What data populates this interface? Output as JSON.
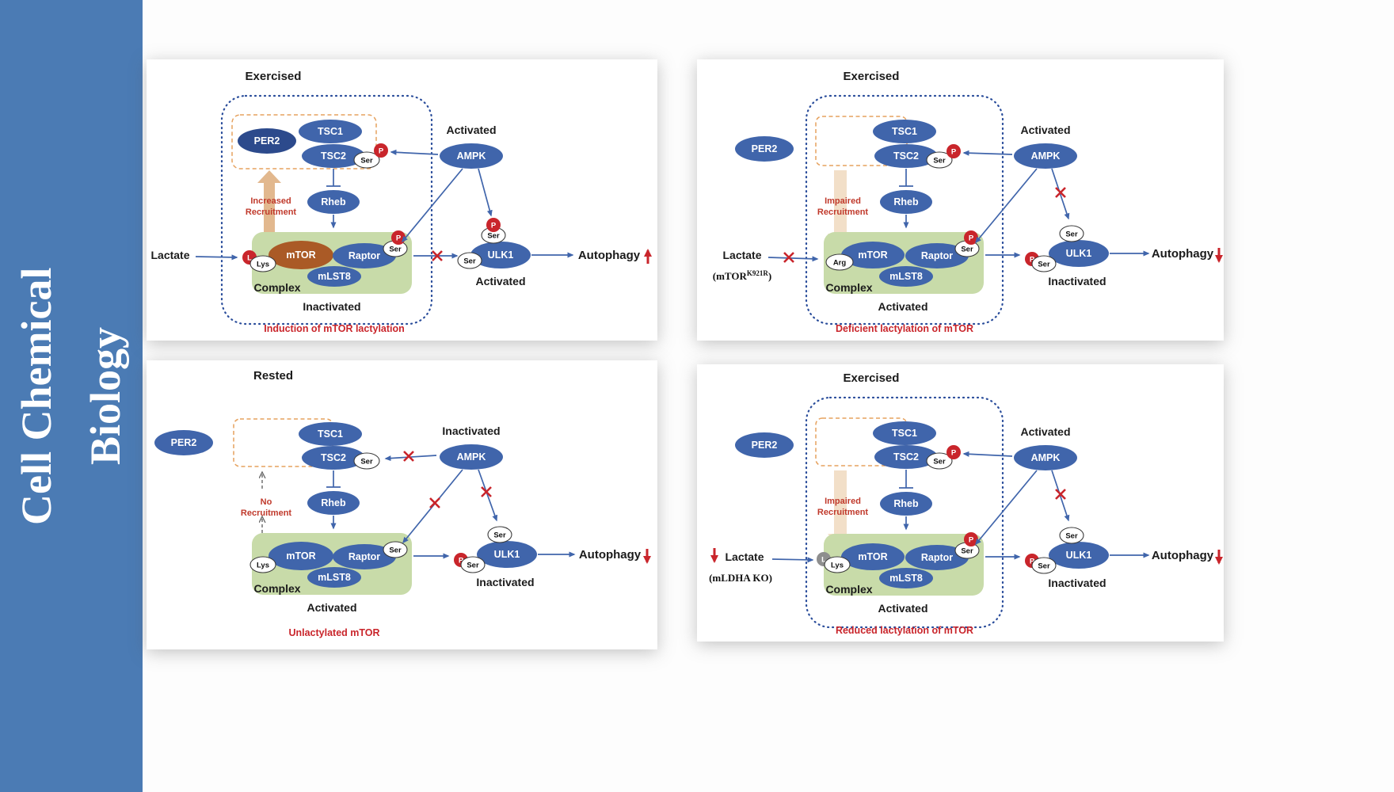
{
  "sidebar": {
    "title_line1": "Cell Chemical",
    "title_line2": "Biology"
  },
  "colors": {
    "sidebar_blue": "#4b7bb4",
    "node_blue": "#4065ab",
    "per2_dark": "#2c4a8c",
    "mtor_brown": "#aa5a26",
    "complex_green": "#c8dba9",
    "tan_dark": "#e2b88e",
    "tan_light": "#f2dfc8",
    "orange_dash": "#e6a25f",
    "red": "#c9252b",
    "dotted_blue": "#2a4d9b",
    "l_gray": "#8e8e8e",
    "text_dark": "#1b1b1b"
  },
  "panels": [
    {
      "title": "Exercised",
      "caption": "Induction of mTOR lactylation",
      "autophagy_change": "increase",
      "labels": {
        "per2": "PER2",
        "tsc1": "TSC1",
        "tsc2": "TSC2",
        "ser": "Ser",
        "p": "P",
        "ampk_status": "Activated",
        "ampk": "AMPK",
        "recruit1": "Increased",
        "recruit2": "Recruitment",
        "rheb": "Rheb",
        "lactate": "Lactate",
        "l": "L",
        "lys": "Lys",
        "mtor": "mTOR",
        "raptor": "Raptor",
        "mlst8": "mLST8",
        "complex": "Complex",
        "complex_status": "Inactivated",
        "ulk1": "ULK1",
        "ulk1_status": "Activated",
        "autophagy": "Autophagy"
      }
    },
    {
      "title": "Exercised",
      "caption": "Deficient lactylation of mTOR",
      "autophagy_change": "decrease",
      "labels": {
        "per2": "PER2",
        "tsc1": "TSC1",
        "tsc2": "TSC2",
        "ser": "Ser",
        "p": "P",
        "ampk_status": "Activated",
        "ampk": "AMPK",
        "recruit1": "Impaired",
        "recruit2": "Recruitment",
        "rheb": "Rheb",
        "lactate": "Lactate",
        "arg": "Arg",
        "note_pre": "(mTOR",
        "note_sup": "K921R",
        "note_post": ")",
        "mtor": "mTOR",
        "raptor": "Raptor",
        "mlst8": "mLST8",
        "complex": "Complex",
        "complex_status": "Activated",
        "ulk1": "ULK1",
        "ulk1_status": "Inactivated",
        "autophagy": "Autophagy"
      }
    },
    {
      "title": "Rested",
      "caption": "Unlactylated mTOR",
      "autophagy_change": "decrease",
      "labels": {
        "per2": "PER2",
        "tsc1": "TSC1",
        "tsc2": "TSC2",
        "ser": "Ser",
        "p": "P",
        "ampk_status": "Inactivated",
        "ampk": "AMPK",
        "recruit1": "No",
        "recruit2": "Recruitment",
        "rheb": "Rheb",
        "lys": "Lys",
        "mtor": "mTOR",
        "raptor": "Raptor",
        "mlst8": "mLST8",
        "complex": "Complex",
        "complex_status": "Activated",
        "ulk1": "ULK1",
        "ulk1_status": "Inactivated",
        "autophagy": "Autophagy"
      }
    },
    {
      "title": "Exercised",
      "caption": "Reduced lactylation of mTOR",
      "autophagy_change": "decrease",
      "labels": {
        "per2": "PER2",
        "tsc1": "TSC1",
        "tsc2": "TSC2",
        "ser": "Ser",
        "p": "P",
        "ampk_status": "Activated",
        "ampk": "AMPK",
        "recruit1": "Impaired",
        "recruit2": "Recruitment",
        "rheb": "Rheb",
        "lactate": "Lactate",
        "l": "L",
        "lys": "Lys",
        "note": "(mLDHA KO)",
        "mtor": "mTOR",
        "raptor": "Raptor",
        "mlst8": "mLST8",
        "complex": "Complex",
        "complex_status": "Activated",
        "ulk1": "ULK1",
        "ulk1_status": "Inactivated",
        "autophagy": "Autophagy"
      }
    }
  ]
}
